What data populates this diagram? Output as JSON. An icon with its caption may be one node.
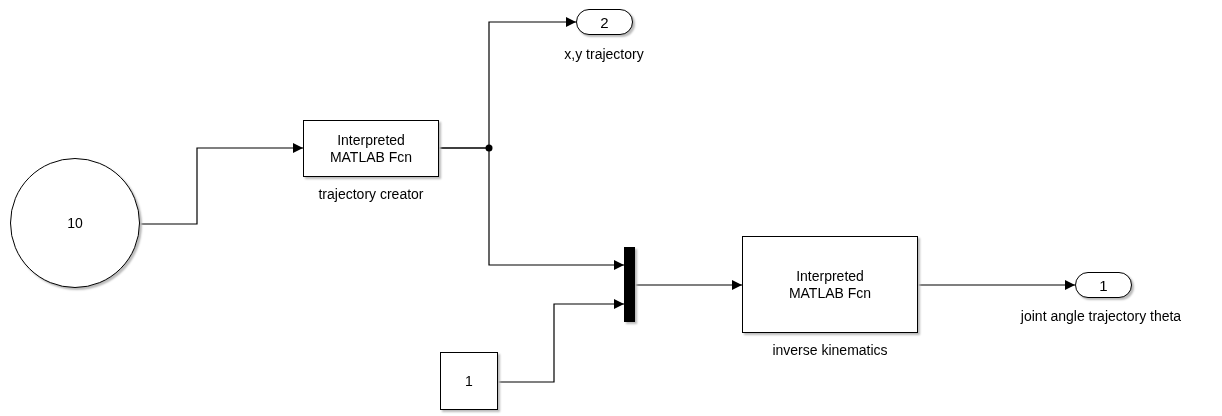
{
  "diagram": {
    "nodes": [
      {
        "text": [
          "10"
        ]
      },
      {
        "text": [
          "Interpreted MATLAB Fcn"
        ],
        "beside": [
          "trajectory creator"
        ]
      },
      {
        "text": [
          "2"
        ],
        "beside": [
          "x,y trajectory"
        ]
      },
      {
        "text": [],
        "shape": "bar"
      },
      {
        "text": [
          "1"
        ]
      },
      {
        "text": [
          "Interpreted MATLAB Fcn"
        ],
        "beside": [
          "inverse kinematics"
        ]
      },
      {
        "text": [
          "1"
        ],
        "beside": [
          "joint angle trajectory theta"
        ]
      }
    ],
    "edges": [
      {
        "from": 0,
        "to": 1,
        "arrow": "to"
      },
      {
        "from": 1,
        "to": 2,
        "arrow": "to"
      },
      {
        "from": 1,
        "to": 3,
        "arrow": "to"
      },
      {
        "from": 4,
        "to": 3,
        "arrow": "to"
      },
      {
        "from": 3,
        "to": 5,
        "arrow": "to"
      },
      {
        "from": 5,
        "to": 6,
        "arrow": "to"
      }
    ]
  }
}
